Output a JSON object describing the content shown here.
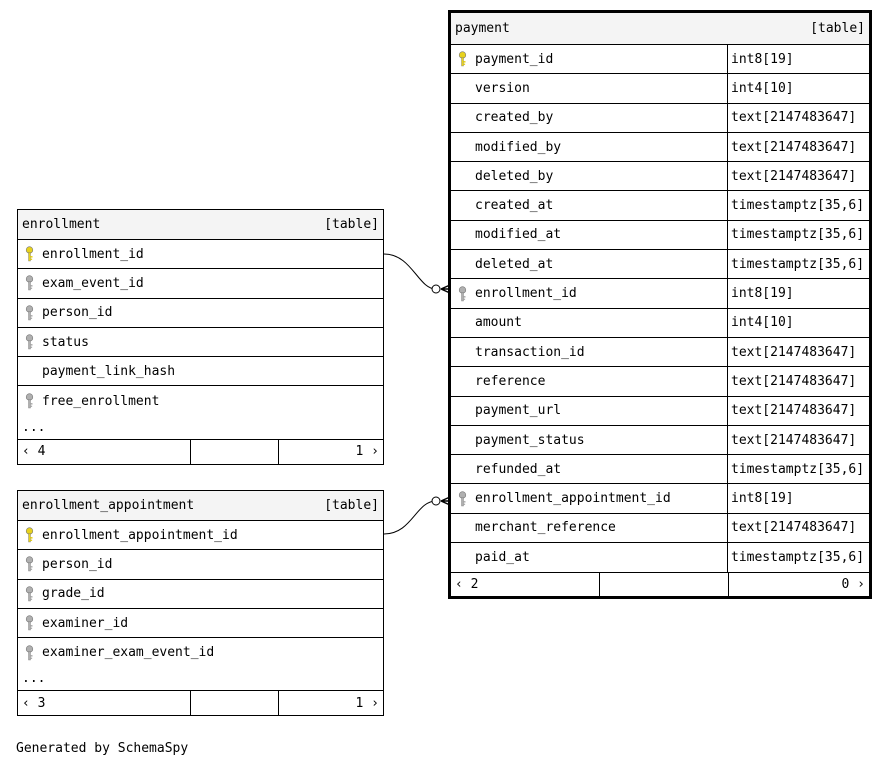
{
  "enrollment": {
    "name": "enrollment",
    "kind": "[table]",
    "columns": [
      {
        "name": "enrollment_id",
        "key": "primary"
      },
      {
        "name": "exam_event_id",
        "key": "foreign"
      },
      {
        "name": "person_id",
        "key": "foreign"
      },
      {
        "name": "status",
        "key": "foreign"
      },
      {
        "name": "payment_link_hash",
        "key": "none"
      },
      {
        "name": "free_enrollment",
        "key": "foreign"
      }
    ],
    "more": "...",
    "parents": "4",
    "children": "1"
  },
  "enrollment_appointment": {
    "name": "enrollment_appointment",
    "kind": "[table]",
    "columns": [
      {
        "name": "enrollment_appointment_id",
        "key": "primary"
      },
      {
        "name": "person_id",
        "key": "foreign"
      },
      {
        "name": "grade_id",
        "key": "foreign"
      },
      {
        "name": "examiner_id",
        "key": "foreign"
      },
      {
        "name": "examiner_exam_event_id",
        "key": "foreign"
      }
    ],
    "more": "...",
    "parents": "3",
    "children": "1"
  },
  "payment": {
    "name": "payment",
    "kind": "[table]",
    "columns": [
      {
        "name": "payment_id",
        "type": "int8[19]",
        "key": "primary"
      },
      {
        "name": "version",
        "type": "int4[10]",
        "key": "none"
      },
      {
        "name": "created_by",
        "type": "text[2147483647]",
        "key": "none"
      },
      {
        "name": "modified_by",
        "type": "text[2147483647]",
        "key": "none"
      },
      {
        "name": "deleted_by",
        "type": "text[2147483647]",
        "key": "none"
      },
      {
        "name": "created_at",
        "type": "timestamptz[35,6]",
        "key": "none"
      },
      {
        "name": "modified_at",
        "type": "timestamptz[35,6]",
        "key": "none"
      },
      {
        "name": "deleted_at",
        "type": "timestamptz[35,6]",
        "key": "none"
      },
      {
        "name": "enrollment_id",
        "type": "int8[19]",
        "key": "foreign"
      },
      {
        "name": "amount",
        "type": "int4[10]",
        "key": "none"
      },
      {
        "name": "transaction_id",
        "type": "text[2147483647]",
        "key": "none"
      },
      {
        "name": "reference",
        "type": "text[2147483647]",
        "key": "none"
      },
      {
        "name": "payment_url",
        "type": "text[2147483647]",
        "key": "none"
      },
      {
        "name": "payment_status",
        "type": "text[2147483647]",
        "key": "none"
      },
      {
        "name": "refunded_at",
        "type": "timestamptz[35,6]",
        "key": "none"
      },
      {
        "name": "enrollment_appointment_id",
        "type": "int8[19]",
        "key": "foreign"
      },
      {
        "name": "merchant_reference",
        "type": "text[2147483647]",
        "key": "none"
      },
      {
        "name": "paid_at",
        "type": "timestamptz[35,6]",
        "key": "none"
      }
    ],
    "parents": "2",
    "children": "0"
  },
  "colors": {
    "primary_key": "#e8d21d",
    "foreign_key": "#b0b0b0",
    "header_bg": "#f4f4f4"
  },
  "footer_text": "Generated by SchemaSpy"
}
